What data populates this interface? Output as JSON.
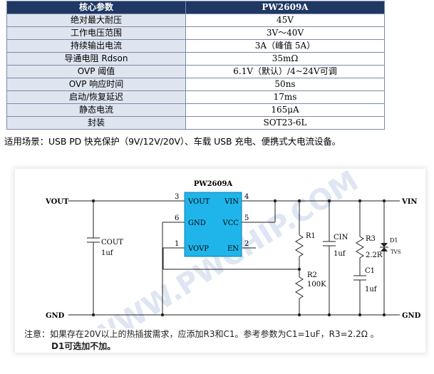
{
  "table": {
    "header": {
      "param": "核心参数",
      "value": "PW2609A"
    },
    "rows": [
      {
        "param": "绝对最大耐压",
        "value": "45V"
      },
      {
        "param": "工作电压范围",
        "value": "3V～40V"
      },
      {
        "param": "持续输出电流",
        "value": "3A（峰值 5A）"
      },
      {
        "param": "导通电阻 Rdson",
        "value": "35mΩ"
      },
      {
        "param": "OVP 阈值",
        "value": "6.1V（默认）/4~24V可调"
      },
      {
        "param": "OVP 响应时间",
        "value": "50ns"
      },
      {
        "param": "启动/恢复延迟",
        "value": "17ms"
      },
      {
        "param": "静态电流",
        "value": "165μA"
      },
      {
        "param": "封装",
        "value": "SOT23-6L"
      }
    ]
  },
  "usage": "适用场景：USB PD 快充保护（9V/12V/20V）、车载 USB 充电、便携式大电流设备。",
  "schematic": {
    "ic_name": "PW2609A",
    "pins": {
      "vout": {
        "num": "3",
        "label": "VOUT"
      },
      "vin": {
        "num": "4",
        "label": "VIN"
      },
      "gnd": {
        "num": "6",
        "label": "GND"
      },
      "vcc": {
        "num": "5",
        "label": "VCC"
      },
      "vovp": {
        "num": "1",
        "label": "VOVP"
      },
      "en": {
        "num": "2",
        "label": "EN"
      }
    },
    "nets": {
      "vout": "VOUT",
      "vin": "VIN",
      "gnd_left": "GND",
      "gnd_right": "GND"
    },
    "cout": {
      "name": "COUT",
      "value": "1uf"
    },
    "r1": {
      "name": "R1"
    },
    "r2": {
      "name": "R2",
      "value": "100K"
    },
    "cin": {
      "name": "CIN",
      "value": "1uf"
    },
    "r3": {
      "name": "R3",
      "value": "2.2R"
    },
    "c1": {
      "name": "C1",
      "value": "1uf"
    },
    "d1": {
      "name": "D1",
      "value": "TVS"
    },
    "watermark": "WWW.PWCHIP.COM",
    "colors": {
      "ic_fill": "#1fb5ea",
      "wire": "#222222"
    }
  },
  "note": {
    "line1": "注意：如果存在20V以上的热插拔需求，应添加R3和C1。参考参数为C1=1uF，R3=2.2Ω 。",
    "line2": "D1可选加不加。"
  }
}
